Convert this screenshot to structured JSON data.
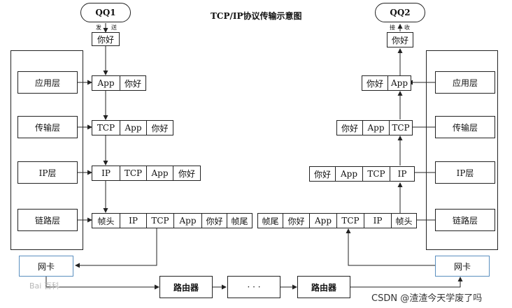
{
  "title": "TCP/IP协议传输示意图",
  "sender": {
    "name": "QQ1",
    "action_left": "发",
    "action_right": "送",
    "message": "你好"
  },
  "receiver": {
    "name": "QQ2",
    "action_left": "接",
    "action_right": "收",
    "message": "你好"
  },
  "layers": {
    "application": "应用层",
    "transport": "传输层",
    "ip": "IP层",
    "link": "链路层"
  },
  "left_rows": {
    "app": [
      "App",
      "你好"
    ],
    "tcp": [
      "TCP",
      "App",
      "你好"
    ],
    "ip": [
      "IP",
      "TCP",
      "App",
      "你好"
    ],
    "link": [
      "帧头",
      "IP",
      "TCP",
      "App",
      "你好",
      "帧尾"
    ]
  },
  "right_rows": {
    "app": [
      "你好",
      "App"
    ],
    "tcp": [
      "你好",
      "App",
      "TCP"
    ],
    "ip": [
      "你好",
      "App",
      "TCP",
      "IP"
    ],
    "link": [
      "帧尾",
      "你好",
      "App",
      "TCP",
      "IP",
      "帧头"
    ]
  },
  "network": {
    "nic_left": "网卡",
    "nic_right": "网卡",
    "router_1": "路由器",
    "ellipsis": "· · ·",
    "router_2": "路由器"
  },
  "watermarks": {
    "csdn": "CSDN @渣渣今天学废了吗",
    "baike": "Bai 百科"
  }
}
